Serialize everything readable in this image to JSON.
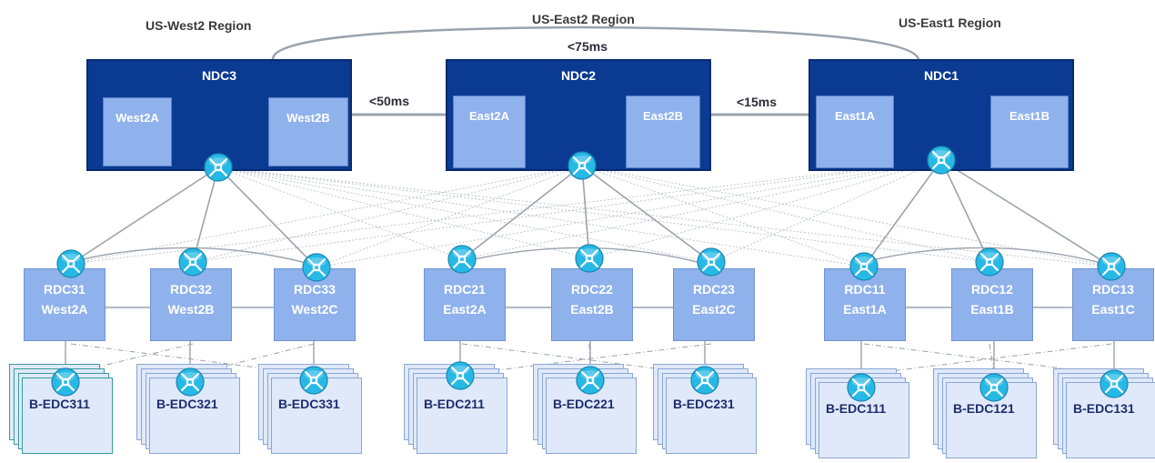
{
  "regions": {
    "west2": "US-West2 Region",
    "east2": "US-East2 Region",
    "east1": "US-East1 Region"
  },
  "latencies": {
    "ndc3_ndc1": "<75ms",
    "ndc3_ndc2": "<50ms",
    "ndc2_ndc1": "<15ms"
  },
  "ndcs": [
    {
      "name": "NDC3",
      "zones": [
        "West2A",
        "West2B"
      ]
    },
    {
      "name": "NDC2",
      "zones": [
        "East2A",
        "East2B"
      ]
    },
    {
      "name": "NDC1",
      "zones": [
        "East1A",
        "East1B"
      ]
    }
  ],
  "rdcs": [
    {
      "name": "RDC31",
      "zone": "West2A"
    },
    {
      "name": "RDC32",
      "zone": "West2B"
    },
    {
      "name": "RDC33",
      "zone": "West2C"
    },
    {
      "name": "RDC21",
      "zone": "East2A"
    },
    {
      "name": "RDC22",
      "zone": "East2B"
    },
    {
      "name": "RDC23",
      "zone": "East2C"
    },
    {
      "name": "RDC11",
      "zone": "East1A"
    },
    {
      "name": "RDC12",
      "zone": "East1B"
    },
    {
      "name": "RDC13",
      "zone": "East1C"
    }
  ],
  "edcs": [
    "B-EDC311",
    "B-EDC321",
    "B-EDC331",
    "B-EDC211",
    "B-EDC221",
    "B-EDC231",
    "B-EDC111",
    "B-EDC121",
    "B-EDC131"
  ],
  "colors": {
    "ndc_fill": "#0b3a93",
    "zone_fill": "#8fb2ec",
    "edc_fill": "#dfe9f9",
    "router_fill": "#27b9e6",
    "link_color": "#9aa3ad"
  },
  "icons": {
    "router": "router-icon"
  }
}
